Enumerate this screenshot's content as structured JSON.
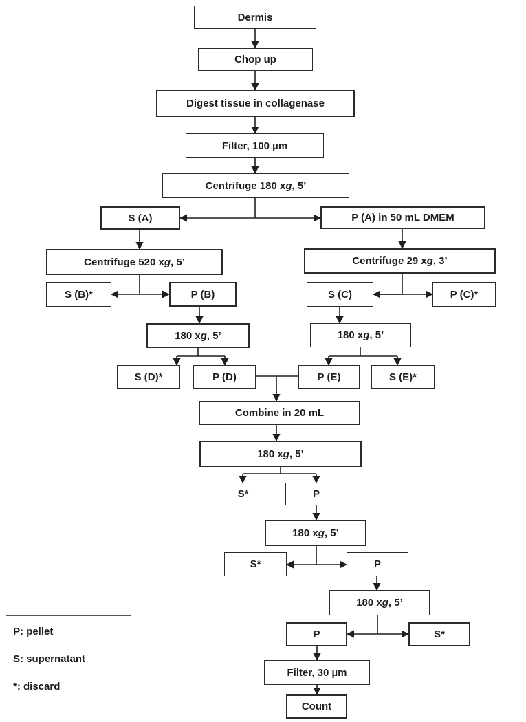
{
  "nodes": {
    "dermis": "Dermis",
    "chop": "Chop up",
    "digest": "Digest tissue in collagenase",
    "filter100": "Filter, 100 µm",
    "cent1": "Centrifuge 180 x g , 5’",
    "sA": "S  (A)",
    "pA": "P (A) in 50 mL DMEM",
    "cent520": "Centrifuge 520 x g, 5’",
    "cent29": "Centrifuge 29 x g, 3’",
    "sB": "S (B)*",
    "pB": "P (B)",
    "sC": "S (C)",
    "pC": "P (C)*",
    "spinB": "180 x g, 5’",
    "spinC": "180 x g, 5’",
    "sD": "S (D)*",
    "pD": "P (D)",
    "pE": "P (E)",
    "sE": "S (E)*",
    "combine": "Combine in 20 mL",
    "spin1": "180 x g, 5’",
    "s1": "S*",
    "p1": "P",
    "spin2": "180 x g, 5’",
    "s2": "S*",
    "p2": "P",
    "spin3": "180 x g, 5’",
    "p3": "P",
    "s3": "S*",
    "filter30": "Filter, 30 µm",
    "count": "Count"
  },
  "legend": {
    "p": "P: pellet",
    "s": "S: supernatant",
    "discard": "*: discard"
  },
  "colors": {
    "line": "#1e1e1e",
    "border": "#2b2b2b",
    "background": "#ffffff"
  }
}
